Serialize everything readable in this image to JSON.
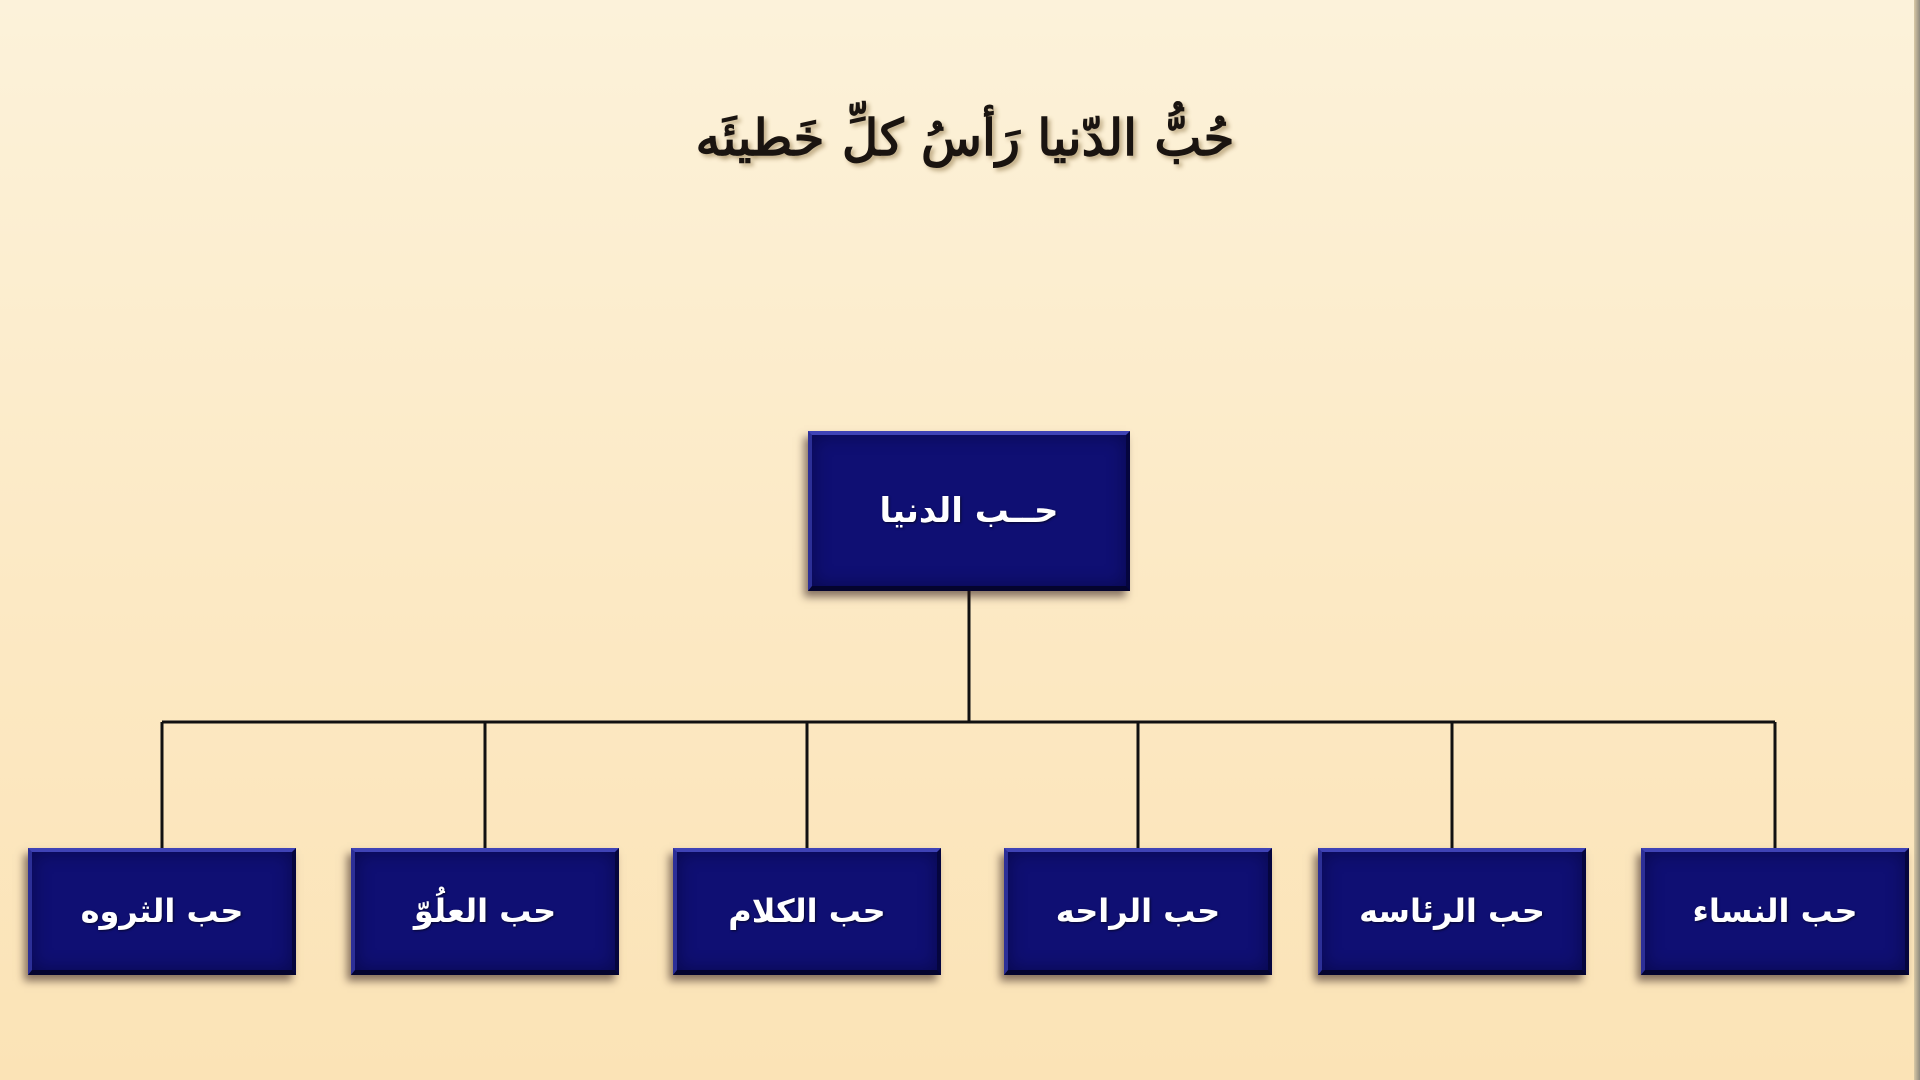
{
  "diagram": {
    "title": "حُبُّ الدّنيا رَأسُ كلِّ خَطيئَه",
    "root": {
      "label": "حــب الدنيا"
    },
    "children": [
      {
        "label": "حب النساء"
      },
      {
        "label": "حب الرئاسه"
      },
      {
        "label": "حب الراحه"
      },
      {
        "label": "حب الكلام"
      },
      {
        "label": "حب العلُوّ"
      },
      {
        "label": "حب الثروه"
      }
    ]
  },
  "colors": {
    "background": "#fce9c4",
    "box_fill": "#0f0f73",
    "box_text": "#ffffff",
    "connector": "#111111",
    "title_text": "#1a1410"
  }
}
